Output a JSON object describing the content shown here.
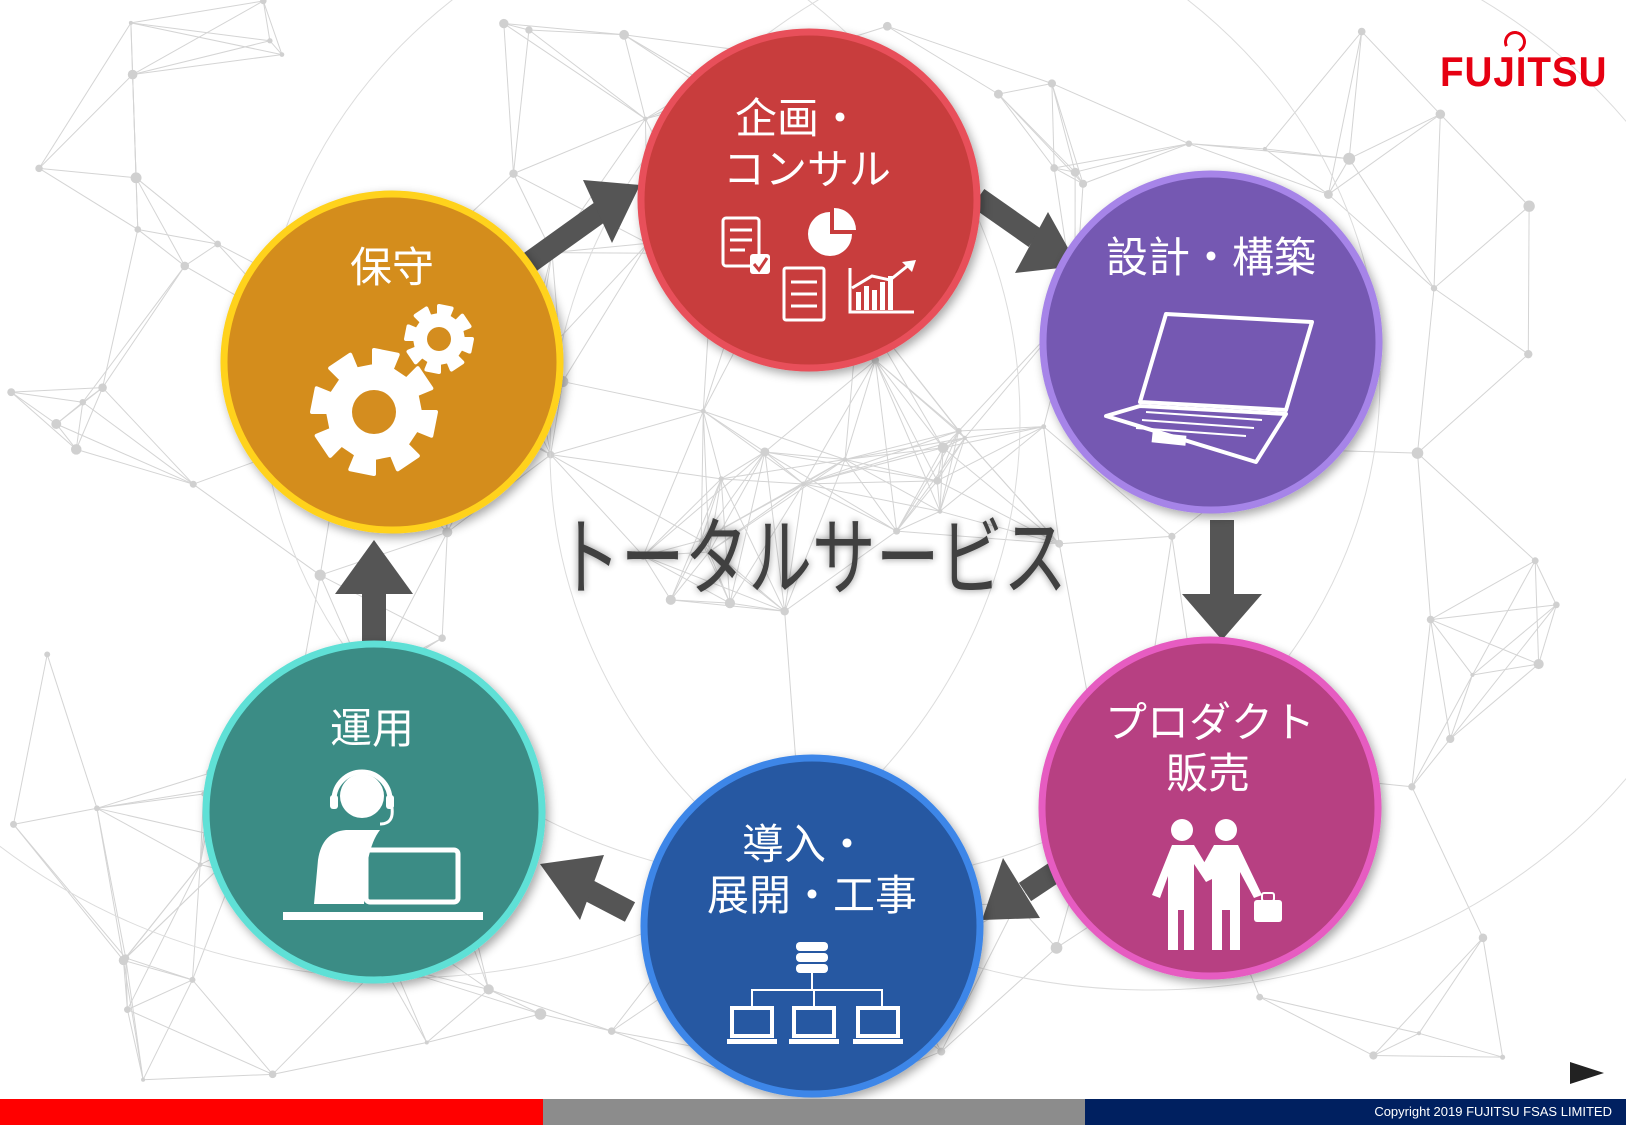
{
  "center_title": "トータルサービス",
  "logo": "FUJITSU",
  "copyright": "Copyright 2019 FUJITSU FSAS LIMITED",
  "nodes": {
    "planning": {
      "line1": "企画・",
      "line2": "コンサル",
      "color": "#c83c3e",
      "ring": "#e8505a",
      "icon": "documents-chart-icon"
    },
    "design": {
      "line1": "設計・構築",
      "color": "#7459b2",
      "ring": "#a684e8",
      "icon": "laptop-icon"
    },
    "product": {
      "line1": "プロダクト",
      "line2": "販売",
      "color": "#b73f82",
      "ring": "#e65cc1",
      "icon": "handshake-icon"
    },
    "deploy": {
      "line1": "導入・",
      "line2": "展開・工事",
      "color": "#2759a2",
      "ring": "#3d86e8",
      "icon": "network-icon"
    },
    "operation": {
      "line1": "運用",
      "color": "#3b8c85",
      "ring": "#5ee0d6",
      "icon": "support-operator-icon"
    },
    "maintenance": {
      "line1": "保守",
      "color": "#d48d1f",
      "ring": "#ffd21a",
      "icon": "gears-icon"
    }
  },
  "colors": {
    "arrow": "#555555",
    "brand": "#e60012"
  }
}
